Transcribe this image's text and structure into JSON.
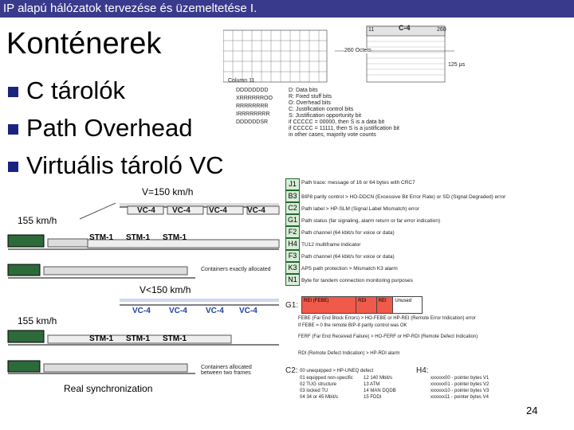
{
  "header": {
    "title": "IP alapú hálózatok tervezése és üzemeltetése I."
  },
  "slide": {
    "title": "Konténerek",
    "bullets": [
      "C tárolók",
      "Path Overhead",
      "Virtuális tároló VC"
    ],
    "page_number": "24"
  },
  "c4_diagram": {
    "label": "C-4",
    "col_start": "11",
    "col_end": "260",
    "width": "260 Octets",
    "rows": "125 µs",
    "legend_left": [
      "Column 11",
      "DDDDDDDD",
      "XRRRRRROO",
      "RRRRRRRR",
      "IRRRRRRRR",
      "DDDDDDSR"
    ],
    "legend_right": [
      "D: Data bits",
      "R: Fixed stuff bits",
      "O: Overhead bits",
      "C: Justification control bits",
      "S: Justification opportunity bit",
      "if CCCCC = 00000, then S is a data bit",
      "if CCCCC = 11111, then S is a justification bit",
      "in other cases, majority vote counts"
    ]
  },
  "path_overhead": {
    "items": [
      {
        "code": "J1",
        "desc": "Path trace: message of 16 or 64 bytes with CRC7"
      },
      {
        "code": "B3",
        "desc": "BIP8 parity control > HO-DDCN (Excessive Bit Error Rate) or SD (Signal Degraded) error"
      },
      {
        "code": "C2",
        "desc": "Path label > HP-SLM (Signal Label Mismatch) error"
      },
      {
        "code": "G1",
        "desc": "Path status (far signaling, alarm return or far error indication)"
      },
      {
        "code": "F2",
        "desc": "Path channel (64 kbit/s for voice or data)"
      },
      {
        "code": "H4",
        "desc": "TU12 multiframe indicator"
      },
      {
        "code": "F3",
        "desc": "Path channel (64 kbit/s for voice or data)"
      },
      {
        "code": "K3",
        "desc": "APS path protection > Mismatch K3 alarm"
      },
      {
        "code": "N1",
        "desc": "Byte for tandem connection monitoring purposes"
      }
    ],
    "g1_label": "G1:",
    "g1_fields": [
      "REI (FEBE)",
      "RDI",
      "REI",
      "Unused"
    ],
    "g1_notes": [
      "FEBE (Far End Block Errors) > HO-FEBE or HP-REI (Remote Error Indication) error",
      "If FEBE = 0 the remote BIP-8 parity control was OK",
      "FERF (Far End Received Failure) > HO-FERF or HP-RDI (Remote Defect Indication)",
      "RDI (Remote Defect Indication) > HP-RDI alarm"
    ],
    "c2_label": "C2:",
    "c2_values": [
      "00 unequipped > HP-UNEQ defect",
      "01 equipped non-specific",
      "02 TUG structure",
      "03 locked TU",
      "04 34 or 45 Mbit/s",
      "12 140 Mbit/s",
      "13 ATM",
      "14 MAN DQDB",
      "15 FDDI"
    ],
    "h4_label": "H4:",
    "h4_values": [
      "xxxxxx00 - pointer bytes V1",
      "xxxxxx01 - pointer bytes V2",
      "xxxxxx10 - pointer bytes V3",
      "xxxxxx11 - pointer bytes V4"
    ]
  },
  "trains": {
    "top_speed": "V=150 km/h",
    "top_left_speed": "155 km/h",
    "top_vc": [
      "VC-4",
      "VC-4",
      "VC-4",
      "VC-4"
    ],
    "top_stm": [
      "STM-1",
      "STM-1",
      "STM-1"
    ],
    "top_note": "Containers exactly allocated",
    "bottom_speed": "V<150 km/h",
    "bottom_left_speed": "155 km/h",
    "bottom_vc": [
      "VC-4",
      "VC-4",
      "VC-4",
      "VC-4"
    ],
    "bottom_stm": [
      "STM-1",
      "STM-1",
      "STM-1"
    ],
    "bottom_note": "Containers allocated between two frames",
    "caption": "Real synchronization"
  },
  "colors": {
    "header_bg": "#3a3a8c",
    "bullet_mark": "#1a237e",
    "box_green": "#d8ecd6"
  }
}
